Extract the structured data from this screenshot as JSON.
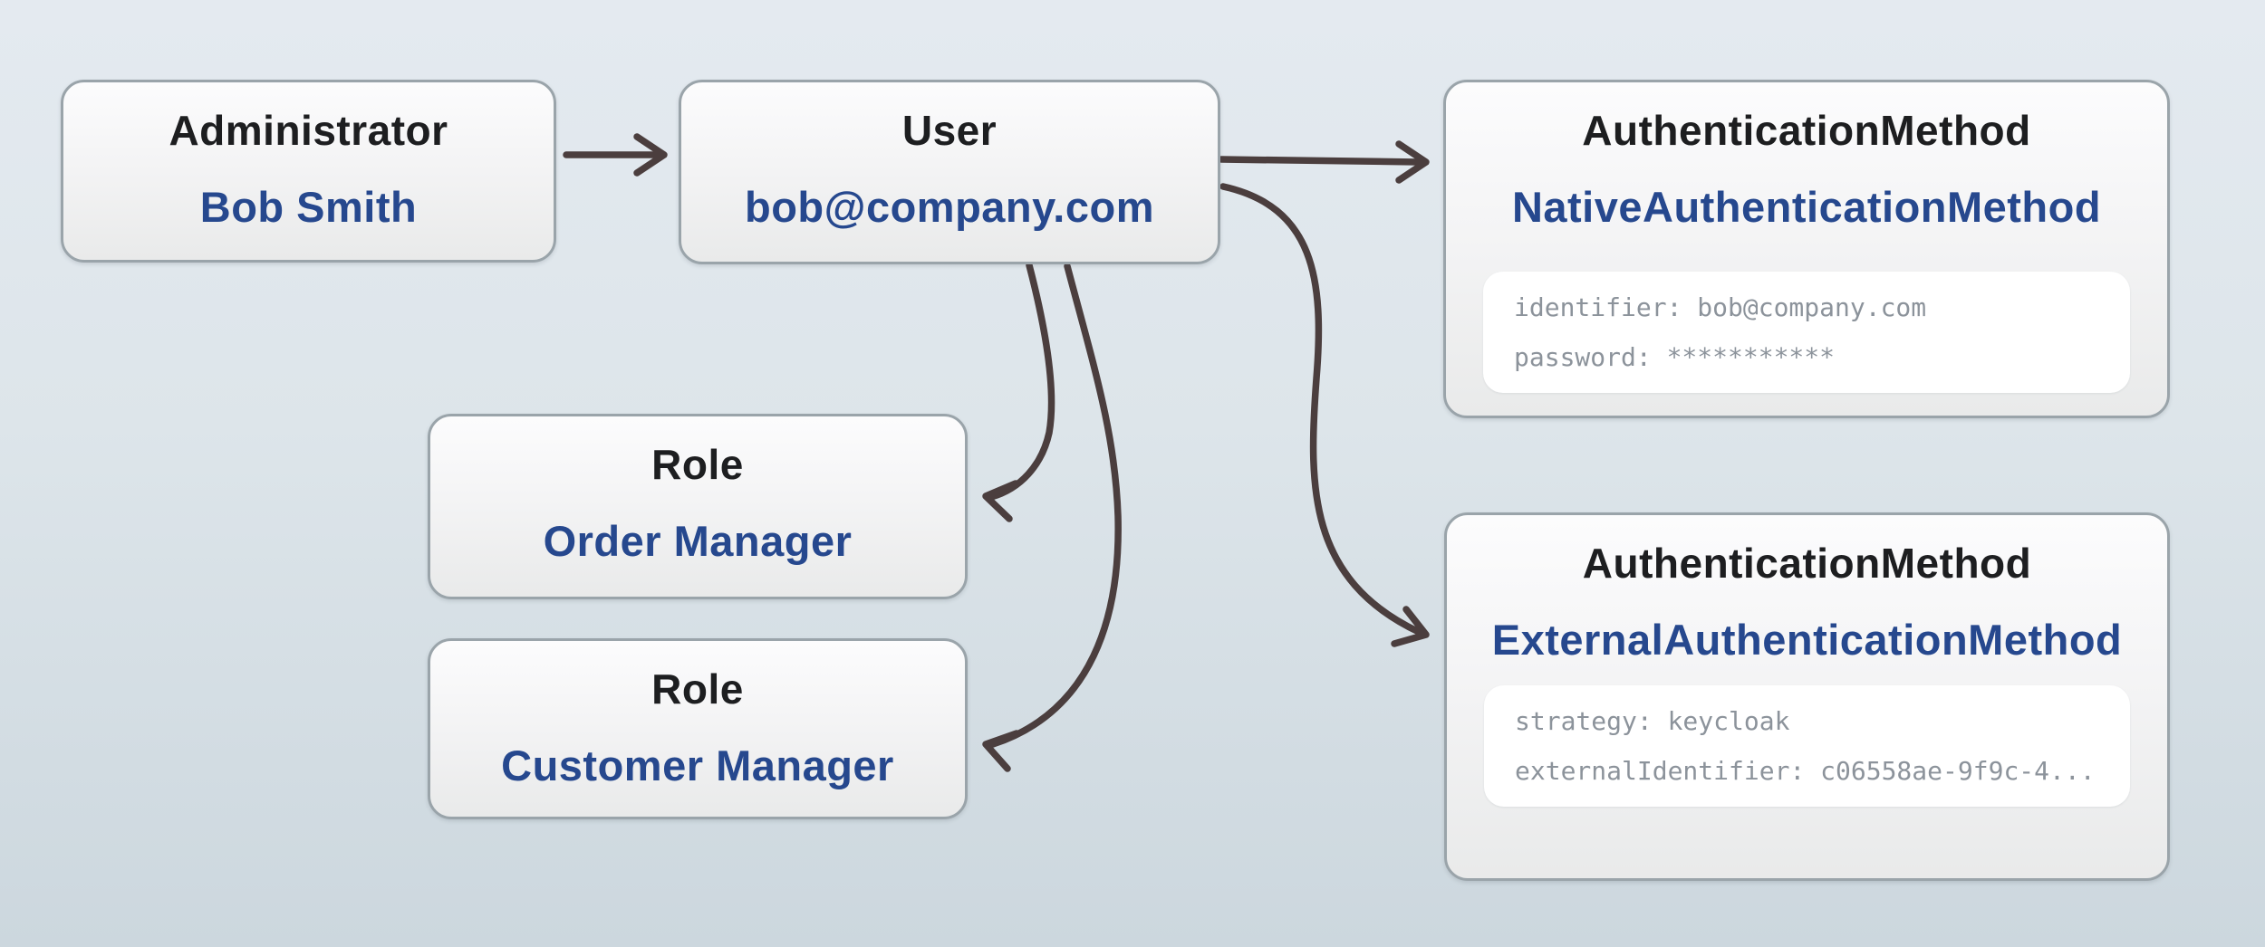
{
  "diagram": {
    "type": "entity-relationship-diagram",
    "colors": {
      "background_top": "#e4eaf0",
      "background_bottom": "#ccd7de",
      "node_fill": "#f5f5f6",
      "node_border": "#9aa4aa",
      "title_text": "#1d1e20",
      "subtitle_text": "#26488e",
      "code_background": "#ffffff",
      "code_text": "#8c939b",
      "arrow": "#4b3e3e"
    }
  },
  "nodes": [
    {
      "id": "administrator",
      "type_label": "Administrator",
      "instance_label": "Bob Smith"
    },
    {
      "id": "user",
      "type_label": "User",
      "instance_label": "bob@company.com"
    },
    {
      "id": "native-authentication-method",
      "type_label": "AuthenticationMethod",
      "instance_label": "NativeAuthenticationMethod",
      "attributes": [
        "identifier: bob@company.com",
        "password: ***********"
      ]
    },
    {
      "id": "role-order-manager",
      "type_label": "Role",
      "instance_label": "Order Manager"
    },
    {
      "id": "role-customer-manager",
      "type_label": "Role",
      "instance_label": "Customer Manager"
    },
    {
      "id": "external-authentication-method",
      "type_label": "AuthenticationMethod",
      "instance_label": "ExternalAuthenticationMethod",
      "attributes": [
        "strategy: keycloak",
        "externalIdentifier: c06558ae-9f9c-4..."
      ]
    }
  ],
  "edges": [
    {
      "from": "administrator",
      "to": "user"
    },
    {
      "from": "user",
      "to": "native-authentication-method"
    },
    {
      "from": "user",
      "to": "external-authentication-method"
    },
    {
      "from": "user",
      "to": "role-order-manager"
    },
    {
      "from": "user",
      "to": "role-customer-manager"
    }
  ]
}
